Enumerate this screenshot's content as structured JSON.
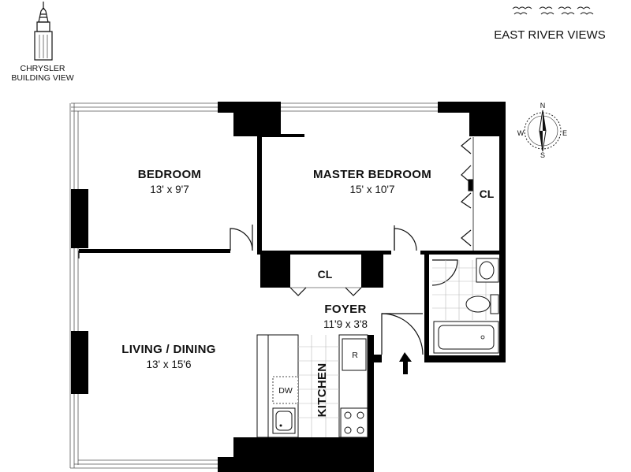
{
  "view_labels": {
    "landmark_line1": "CHRYSLER",
    "landmark_line2": "BUILDING  VIEW",
    "river": "EAST RIVER VIEWS"
  },
  "compass": {
    "n": "N",
    "s": "S",
    "e": "E",
    "w": "W"
  },
  "rooms": {
    "bedroom": {
      "name": "BEDROOM",
      "dims": "13' x 9'7"
    },
    "master_bedroom": {
      "name": "MASTER BEDROOM",
      "dims": "15' x 10'7"
    },
    "living_dining": {
      "name": "LIVING / DINING",
      "dims": "13' x 15'6"
    },
    "foyer": {
      "name": "FOYER",
      "dims": "11'9 x 3'8"
    },
    "kitchen": {
      "name": "KITCHEN"
    }
  },
  "closets": {
    "master": "CL",
    "foyer": "CL"
  },
  "fixtures": {
    "dishwasher": "DW",
    "refrigerator": "R"
  }
}
